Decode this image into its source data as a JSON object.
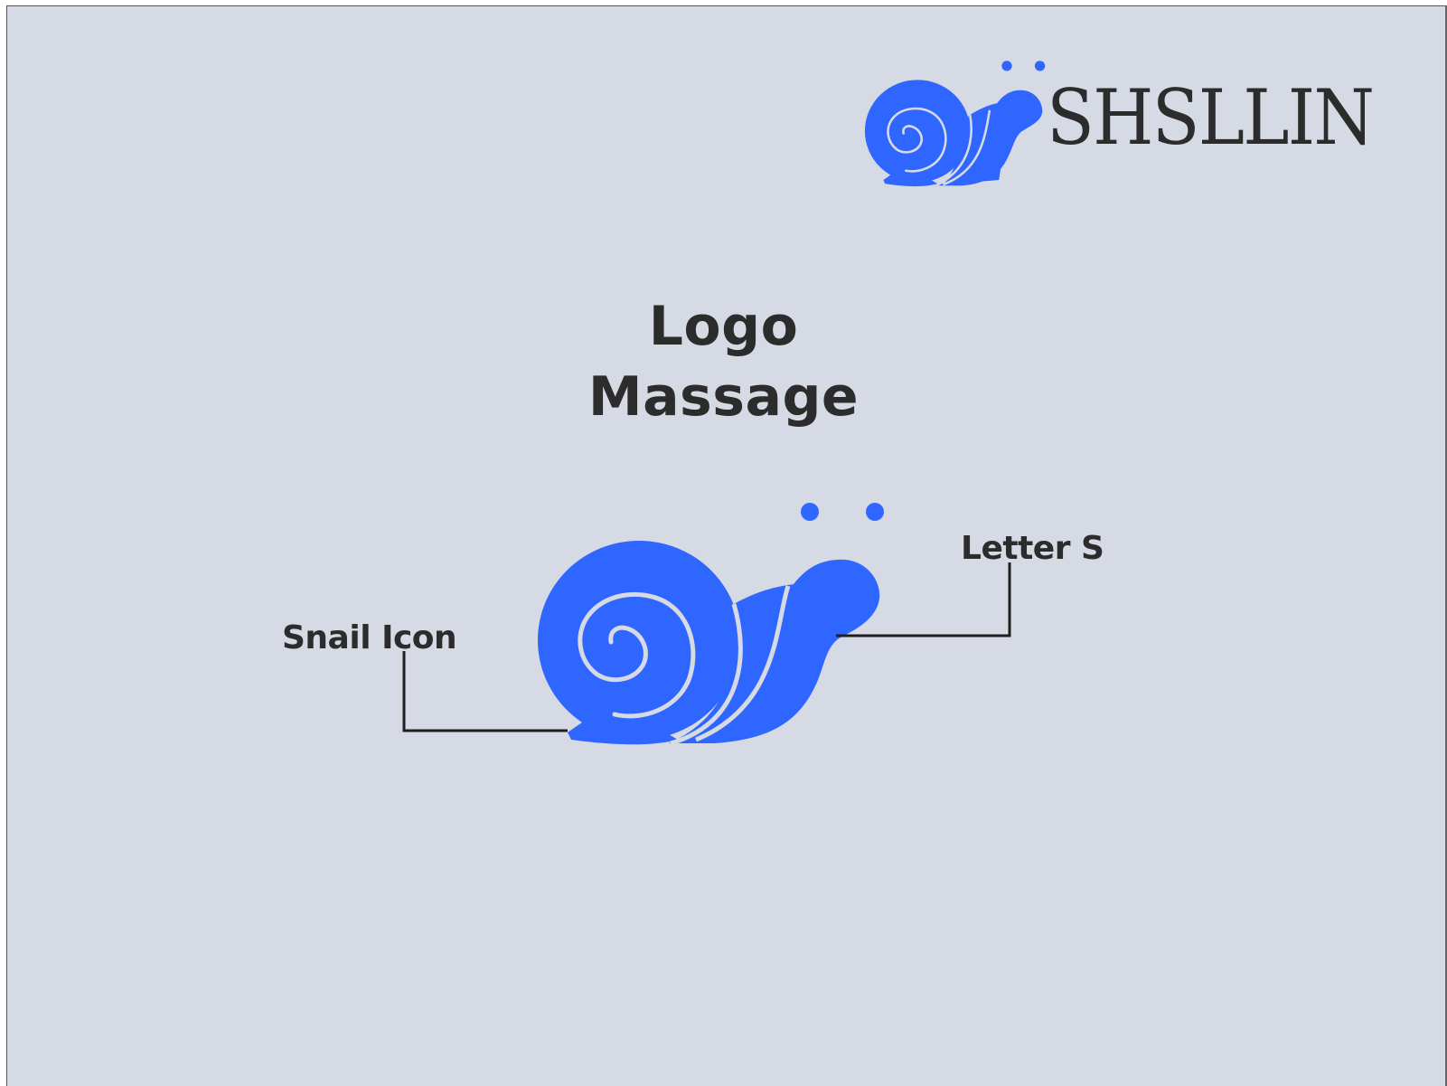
{
  "brand": {
    "wordmark": "SHSLLIN",
    "colors": {
      "primary_blue": "#2f66ff",
      "text_dark": "#2c2c2c",
      "background": "#d6dae5"
    }
  },
  "slide": {
    "title_line1": "Logo",
    "title_line2": "Massage"
  },
  "annotations": {
    "snail_icon": "Snail Icon",
    "letter_s": "Letter S"
  }
}
